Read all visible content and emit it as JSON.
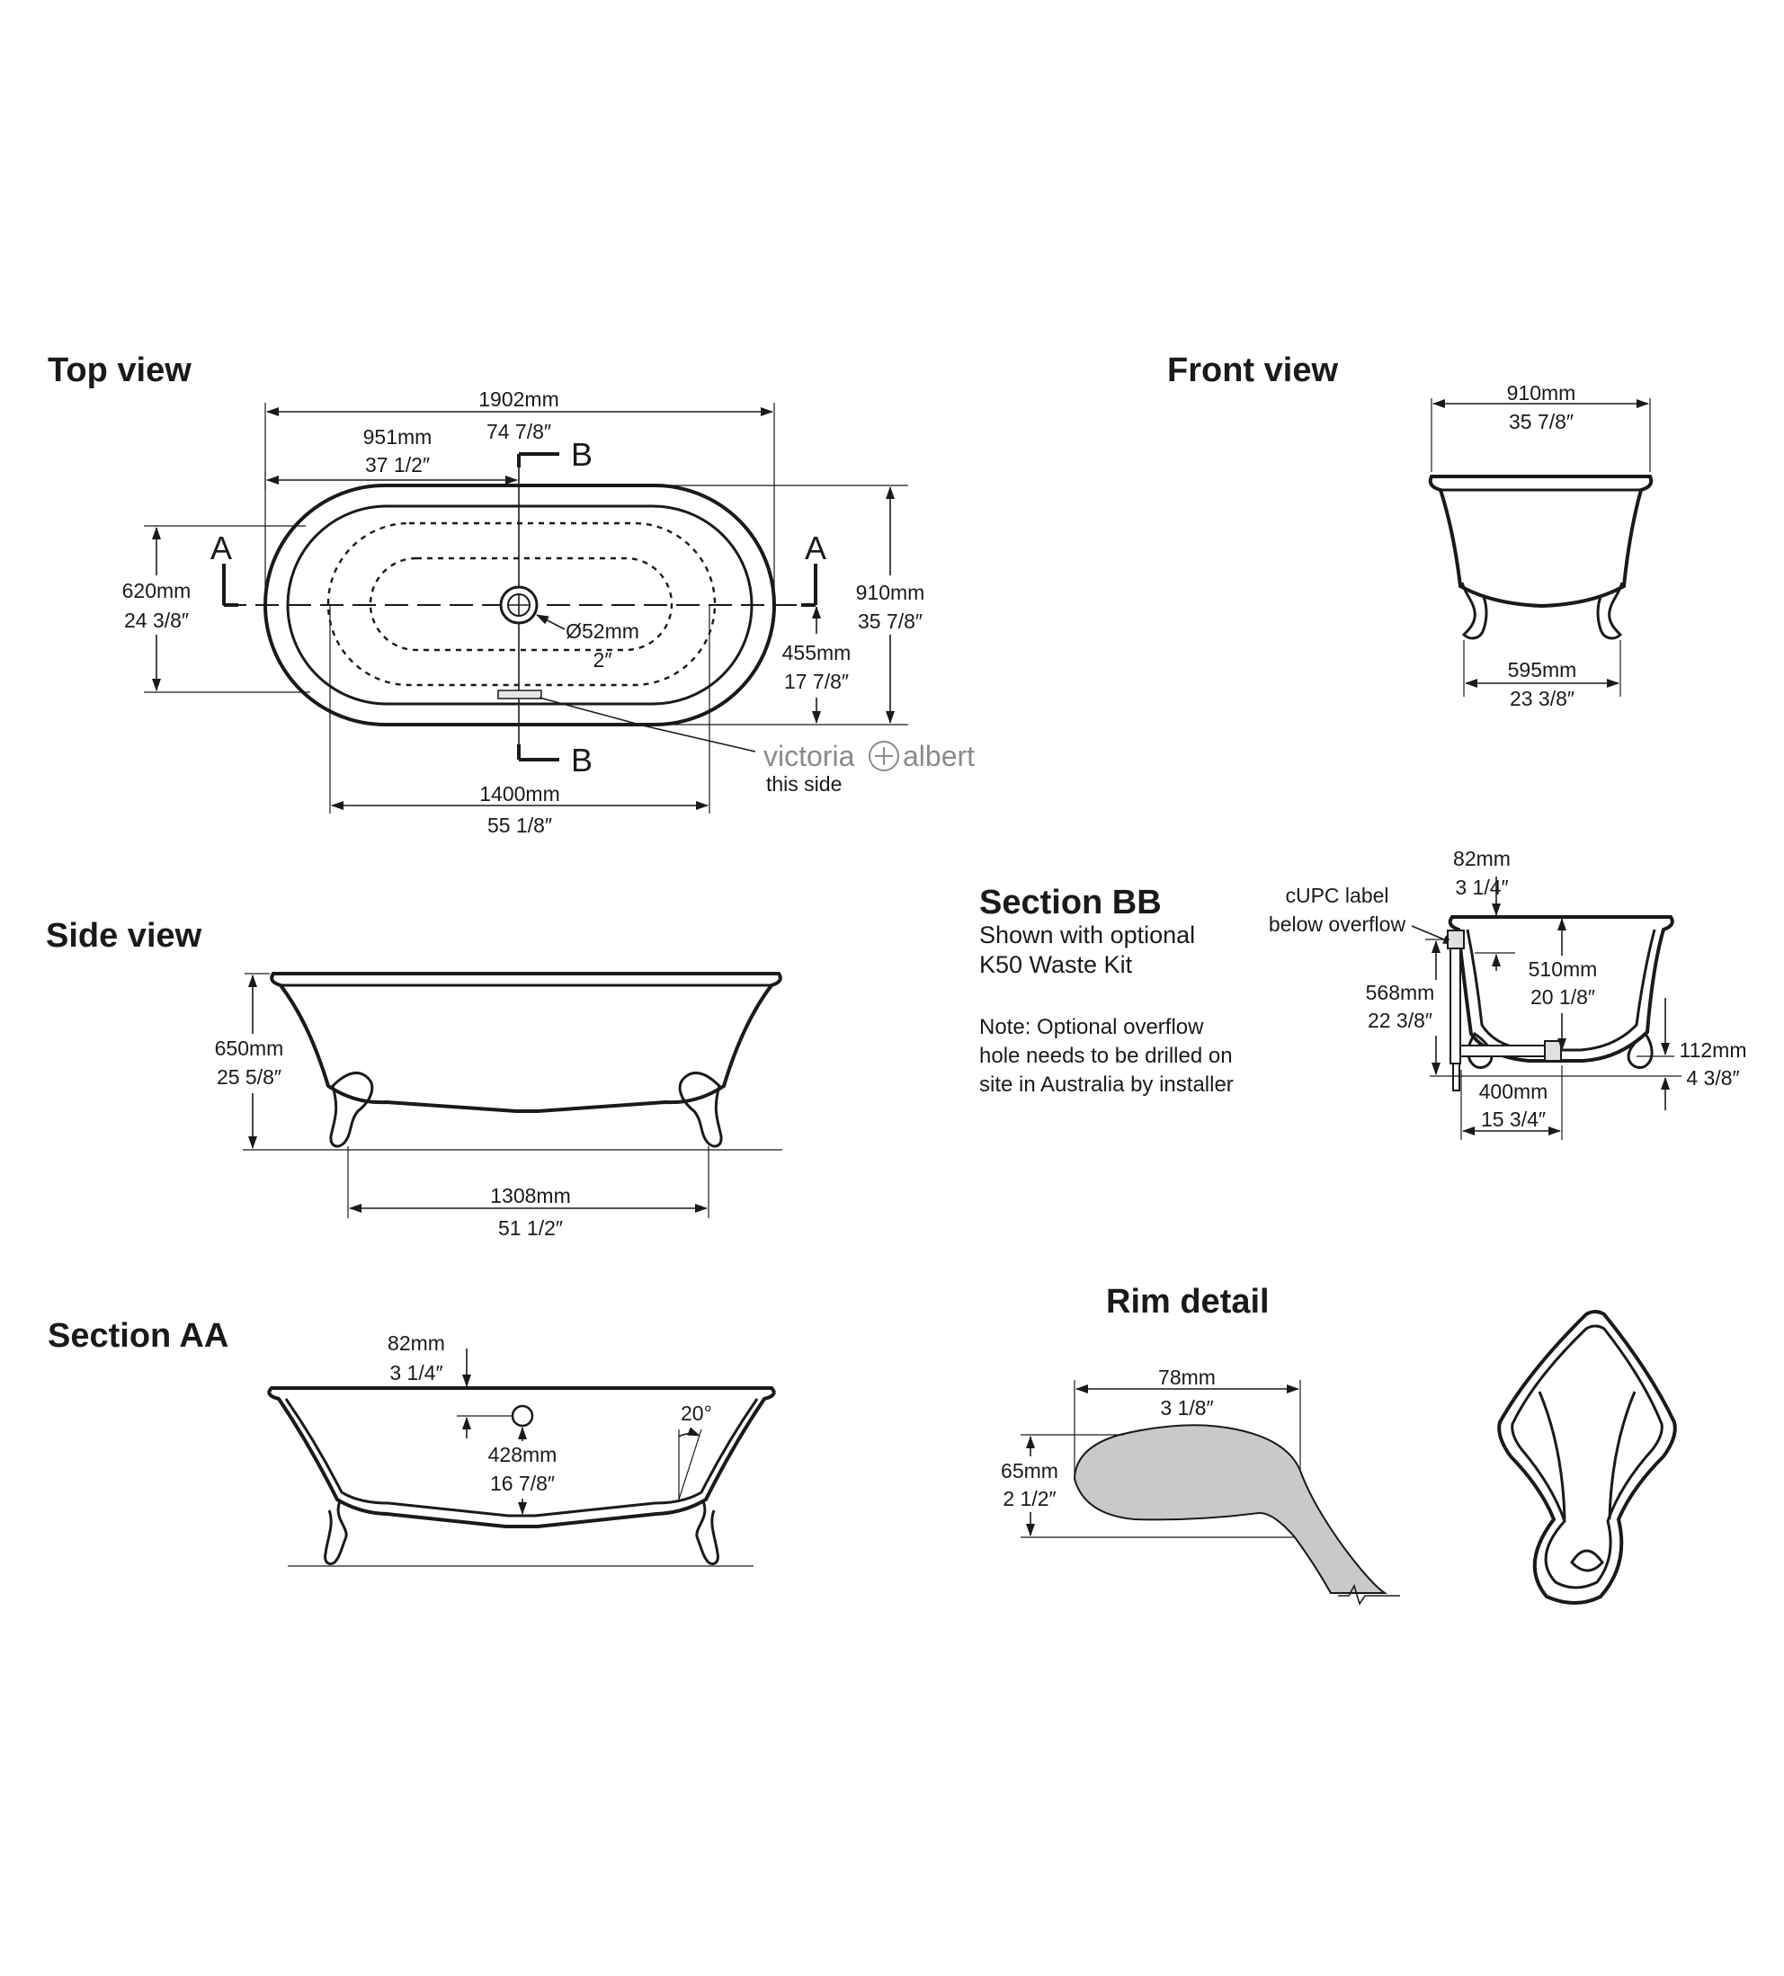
{
  "views": {
    "top": {
      "title": "Top view"
    },
    "front": {
      "title": "Front view"
    },
    "side": {
      "title": "Side view"
    },
    "section_aa": {
      "title": "Section AA"
    },
    "section_bb": {
      "title": "Section BB",
      "subtitle": [
        "Shown with optional",
        "K50 Waste Kit"
      ],
      "note": [
        "Note: Optional overflow",
        "hole needs to be drilled on",
        "site in Australia by installer"
      ],
      "callout": [
        "cUPC label",
        "below overflow"
      ]
    },
    "rim": {
      "title": "Rim detail"
    }
  },
  "section_markers": {
    "a": "A",
    "b": "B"
  },
  "brand": {
    "left": "victoria",
    "right": "albert",
    "caption": "this side",
    "color": "#8a8a8a"
  },
  "dims": {
    "top_length": {
      "mm": "1902mm",
      "in": "74 7/8″"
    },
    "top_half_length": {
      "mm": "951mm",
      "in": "37 1/2″"
    },
    "top_inner_width": {
      "mm": "620mm",
      "in": "24 3/8″"
    },
    "top_width": {
      "mm": "910mm",
      "in": "35 7/8″"
    },
    "top_waste_dia": {
      "mm": "Ø52mm",
      "in": "2″"
    },
    "top_waste_offset": {
      "mm": "455mm",
      "in": "17 7/8″"
    },
    "top_inner_length": {
      "mm": "1400mm",
      "in": "55 1/8″"
    },
    "front_width": {
      "mm": "910mm",
      "in": "35 7/8″"
    },
    "front_feet": {
      "mm": "595mm",
      "in": "23 3/8″"
    },
    "side_height": {
      "mm": "650mm",
      "in": "25 5/8″"
    },
    "side_feet": {
      "mm": "1308mm",
      "in": "51 1/2″"
    },
    "bb_overflow": {
      "mm": "82mm",
      "in": "3 1/4″"
    },
    "bb_depth": {
      "mm": "510mm",
      "in": "20 1/8″"
    },
    "bb_height": {
      "mm": "568mm",
      "in": "22 3/8″"
    },
    "bb_clearance": {
      "mm": "112mm",
      "in": "4 3/8″"
    },
    "bb_waste": {
      "mm": "400mm",
      "in": "15 3/4″"
    },
    "aa_overflow": {
      "mm": "82mm",
      "in": "3 1/4″"
    },
    "aa_depth": {
      "mm": "428mm",
      "in": "16 7/8″"
    },
    "aa_angle": "20°",
    "rim_width": {
      "mm": "78mm",
      "in": "3 1/8″"
    },
    "rim_height": {
      "mm": "65mm",
      "in": "2 1/2″"
    }
  },
  "colors": {
    "line": "#1a1a1a",
    "rim_fill": "#c9c9c9"
  }
}
